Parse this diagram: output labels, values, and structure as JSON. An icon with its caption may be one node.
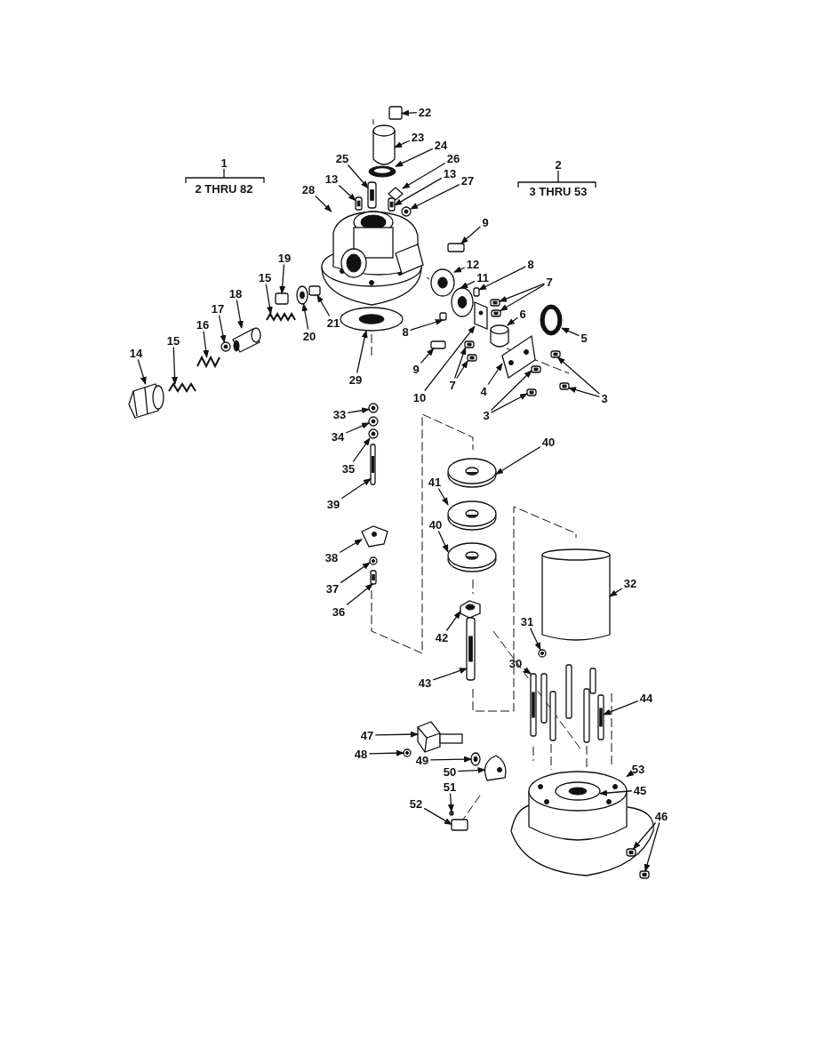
{
  "diagram": {
    "nodes": [
      {
        "text": [
          "22"
        ]
      },
      {
        "text": [
          "23"
        ]
      },
      {
        "text": [
          "24"
        ]
      },
      {
        "text": [
          "25"
        ]
      },
      {
        "text": [
          "26"
        ]
      },
      {
        "text": [
          "13"
        ]
      },
      {
        "text": [
          "13"
        ]
      },
      {
        "text": [
          "27"
        ]
      },
      {
        "text": [
          "28"
        ]
      },
      {
        "text": [
          "9"
        ]
      },
      {
        "text": [
          "12"
        ]
      },
      {
        "text": [
          "11"
        ]
      },
      {
        "text": [
          "8"
        ]
      },
      {
        "text": [
          "7"
        ]
      },
      {
        "text": [
          "6"
        ]
      },
      {
        "text": [
          "5"
        ]
      },
      {
        "text": [
          "19"
        ]
      },
      {
        "text": [
          "15"
        ]
      },
      {
        "text": [
          "18"
        ]
      },
      {
        "text": [
          "8"
        ]
      },
      {
        "text": [
          "17"
        ]
      },
      {
        "text": [
          "20"
        ]
      },
      {
        "text": [
          "21"
        ]
      },
      {
        "text": [
          "16"
        ]
      },
      {
        "text": [
          "15"
        ]
      },
      {
        "text": [
          "14"
        ]
      },
      {
        "text": [
          "29"
        ]
      },
      {
        "text": [
          "9"
        ]
      },
      {
        "text": [
          "7"
        ]
      },
      {
        "text": [
          "4"
        ]
      },
      {
        "text": [
          "10"
        ]
      },
      {
        "text": [
          "3"
        ]
      },
      {
        "text": [
          "3"
        ]
      },
      {
        "text": [
          "33"
        ]
      },
      {
        "text": [
          "34"
        ]
      },
      {
        "text": [
          "35"
        ]
      },
      {
        "text": [
          "40"
        ]
      },
      {
        "text": [
          "41"
        ]
      },
      {
        "text": [
          "39"
        ]
      },
      {
        "text": [
          "40"
        ]
      },
      {
        "text": [
          "38"
        ]
      },
      {
        "text": [
          "37"
        ]
      },
      {
        "text": [
          "36"
        ]
      },
      {
        "text": [
          "32"
        ]
      },
      {
        "text": [
          "42"
        ]
      },
      {
        "text": [
          "31"
        ]
      },
      {
        "text": [
          "30"
        ]
      },
      {
        "text": [
          "43"
        ]
      },
      {
        "text": [
          "44"
        ]
      },
      {
        "text": [
          "47"
        ]
      },
      {
        "text": [
          "48"
        ]
      },
      {
        "text": [
          "49"
        ]
      },
      {
        "text": [
          "53"
        ]
      },
      {
        "text": [
          "50"
        ]
      },
      {
        "text": [
          "51"
        ]
      },
      {
        "text": [
          "45"
        ]
      },
      {
        "text": [
          "52"
        ]
      },
      {
        "text": [
          "46"
        ]
      },
      {
        "text": [],
        "shape": "box"
      },
      {
        "text": [],
        "shape": "cylinder"
      },
      {
        "text": [],
        "shape": "picture"
      },
      {
        "text": [],
        "shape": "bar"
      },
      {
        "text": [],
        "shape": "diamond"
      },
      {
        "text": [],
        "shape": "bar"
      },
      {
        "text": [],
        "shape": "bar"
      },
      {
        "text": [],
        "shape": "circle"
      },
      {
        "text": [],
        "shape": "picture"
      },
      {
        "text": [],
        "shape": "box"
      },
      {
        "text": [],
        "shape": "circle"
      },
      {
        "text": [],
        "shape": "circle"
      },
      {
        "text": [],
        "shape": "box"
      },
      {
        "text": [],
        "shape": "bar"
      },
      {
        "text": [],
        "shape": "bar"
      },
      {
        "text": [],
        "shape": "cylinder"
      },
      {
        "text": [],
        "shape": "picture"
      },
      {
        "text": [],
        "shape": "box"
      },
      {
        "text": [],
        "shape": "picture"
      },
      {
        "text": [],
        "shape": "picture"
      },
      {
        "text": [],
        "shape": "box"
      },
      {
        "text": [],
        "shape": "circle"
      },
      {
        "text": [],
        "shape": "circle"
      },
      {
        "text": [],
        "shape": "box"
      },
      {
        "text": [],
        "shape": "picture"
      },
      {
        "text": [],
        "shape": "picture"
      },
      {
        "text": [],
        "shape": "picture"
      },
      {
        "text": [],
        "shape": "circle"
      },
      {
        "text": [],
        "shape": "box"
      },
      {
        "text": [],
        "shape": "bar"
      },
      {
        "text": [],
        "shape": "bar"
      },
      {
        "text": [],
        "shape": "picture"
      },
      {
        "text": [],
        "shape": "picture"
      },
      {
        "text": [],
        "shape": "bar"
      },
      {
        "text": [],
        "shape": "bar"
      },
      {
        "text": [],
        "shape": "bar"
      },
      {
        "text": [],
        "shape": "bar"
      },
      {
        "text": [],
        "shape": "circle"
      },
      {
        "text": [],
        "shape": "circle"
      },
      {
        "text": [],
        "shape": "circle"
      },
      {
        "text": [],
        "shape": "picture"
      },
      {
        "text": [],
        "shape": "picture"
      },
      {
        "text": [],
        "shape": "bar"
      },
      {
        "text": [],
        "shape": "picture"
      },
      {
        "text": [],
        "shape": "picture"
      },
      {
        "text": [],
        "shape": "circle"
      },
      {
        "text": [],
        "shape": "bar"
      },
      {
        "text": [],
        "shape": "cylinder"
      },
      {
        "text": [],
        "shape": "picture"
      },
      {
        "text": [],
        "shape": "circle"
      },
      {
        "text": [],
        "shape": "bar"
      },
      {
        "text": [],
        "shape": "bar"
      },
      {
        "text": [],
        "shape": "bar"
      },
      {
        "text": [],
        "shape": "picture"
      },
      {
        "text": [],
        "shape": "circle"
      },
      {
        "text": [],
        "shape": "circle"
      },
      {
        "text": [],
        "shape": "picture"
      },
      {
        "text": [],
        "shape": "picture"
      },
      {
        "text": [],
        "shape": "circle"
      },
      {
        "text": [],
        "shape": "circle"
      },
      {
        "text": [],
        "shape": "box"
      },
      {
        "text": [],
        "shape": "bar"
      },
      {
        "text": [],
        "shape": "bar"
      }
    ],
    "edges": [
      {
        "from": 0,
        "to": 58,
        "arrow": "to"
      },
      {
        "from": 1,
        "to": 59,
        "arrow": "to"
      },
      {
        "from": 2,
        "to": 60,
        "arrow": "to"
      },
      {
        "from": 3,
        "to": 61,
        "arrow": "to"
      },
      {
        "from": 4,
        "to": 62,
        "arrow": "to"
      },
      {
        "from": 5,
        "to": 63,
        "arrow": "to"
      },
      {
        "from": 6,
        "to": 64,
        "arrow": "to"
      },
      {
        "from": 7,
        "to": 65,
        "arrow": "to"
      },
      {
        "from": 8,
        "to": 66,
        "arrow": "to"
      },
      {
        "from": 9,
        "to": 67,
        "arrow": "to"
      },
      {
        "from": 10,
        "to": 68,
        "arrow": "to"
      },
      {
        "from": 11,
        "to": 69,
        "arrow": "to"
      },
      {
        "from": 12,
        "to": 70,
        "arrow": "to"
      },
      {
        "from": 13,
        "to": 71,
        "arrow": "to"
      },
      {
        "from": 13,
        "to": 72,
        "arrow": "to"
      },
      {
        "from": 14,
        "to": 73,
        "arrow": "to"
      },
      {
        "from": 15,
        "to": 74,
        "arrow": "to"
      },
      {
        "from": 16,
        "to": 75,
        "arrow": "to"
      },
      {
        "from": 17,
        "to": 76,
        "arrow": "to"
      },
      {
        "from": 18,
        "to": 77,
        "arrow": "to"
      },
      {
        "from": 19,
        "to": 78,
        "arrow": "to"
      },
      {
        "from": 20,
        "to": 79,
        "arrow": "to"
      },
      {
        "from": 21,
        "to": 80,
        "arrow": "to"
      },
      {
        "from": 22,
        "to": 81,
        "arrow": "to"
      },
      {
        "from": 23,
        "to": 82,
        "arrow": "to"
      },
      {
        "from": 24,
        "to": 83,
        "arrow": "to"
      },
      {
        "from": 25,
        "to": 84,
        "arrow": "to"
      },
      {
        "from": 26,
        "to": 85,
        "arrow": "to"
      },
      {
        "from": 27,
        "to": 86,
        "arrow": "to"
      },
      {
        "from": 28,
        "to": 87,
        "arrow": "to"
      },
      {
        "from": 28,
        "to": 88,
        "arrow": "to"
      },
      {
        "from": 29,
        "to": 89,
        "arrow": "to"
      },
      {
        "from": 30,
        "to": 90,
        "arrow": "to"
      },
      {
        "from": 31,
        "to": 91,
        "arrow": "to"
      },
      {
        "from": 31,
        "to": 92,
        "arrow": "to"
      },
      {
        "from": 32,
        "to": 93,
        "arrow": "to"
      },
      {
        "from": 32,
        "to": 94,
        "arrow": "to"
      },
      {
        "from": 33,
        "to": 95,
        "arrow": "to"
      },
      {
        "from": 34,
        "to": 96,
        "arrow": "to"
      },
      {
        "from": 35,
        "to": 97,
        "arrow": "to"
      },
      {
        "from": 36,
        "to": 98,
        "arrow": "to"
      },
      {
        "from": 37,
        "to": 99,
        "arrow": "to"
      },
      {
        "from": 38,
        "to": 100,
        "arrow": "to"
      },
      {
        "from": 39,
        "to": 101,
        "arrow": "to"
      },
      {
        "from": 40,
        "to": 102,
        "arrow": "to"
      },
      {
        "from": 41,
        "to": 103,
        "arrow": "to"
      },
      {
        "from": 42,
        "to": 104,
        "arrow": "to"
      },
      {
        "from": 43,
        "to": 105,
        "arrow": "to"
      },
      {
        "from": 44,
        "to": 106,
        "arrow": "to"
      },
      {
        "from": 45,
        "to": 107,
        "arrow": "to"
      },
      {
        "from": 46,
        "to": 108,
        "arrow": "to"
      },
      {
        "from": 47,
        "to": 109,
        "arrow": "to"
      },
      {
        "from": 48,
        "to": 110,
        "arrow": "to"
      },
      {
        "from": 49,
        "to": 111,
        "arrow": "to"
      },
      {
        "from": 50,
        "to": 112,
        "arrow": "to"
      },
      {
        "from": 51,
        "to": 113,
        "arrow": "to"
      },
      {
        "from": 52,
        "to": 114,
        "arrow": "to"
      },
      {
        "from": 53,
        "to": 115,
        "arrow": "to"
      },
      {
        "from": 54,
        "to": 116,
        "arrow": "to"
      },
      {
        "from": 55,
        "to": 117,
        "arrow": "to"
      },
      {
        "from": 56,
        "to": 118,
        "arrow": "to"
      },
      {
        "from": 57,
        "to": 119,
        "arrow": "to"
      },
      {
        "from": 57,
        "to": 120,
        "arrow": "to"
      }
    ],
    "labels": [
      "1",
      "2 THRU 82",
      "2",
      "3 THRU 53"
    ]
  }
}
